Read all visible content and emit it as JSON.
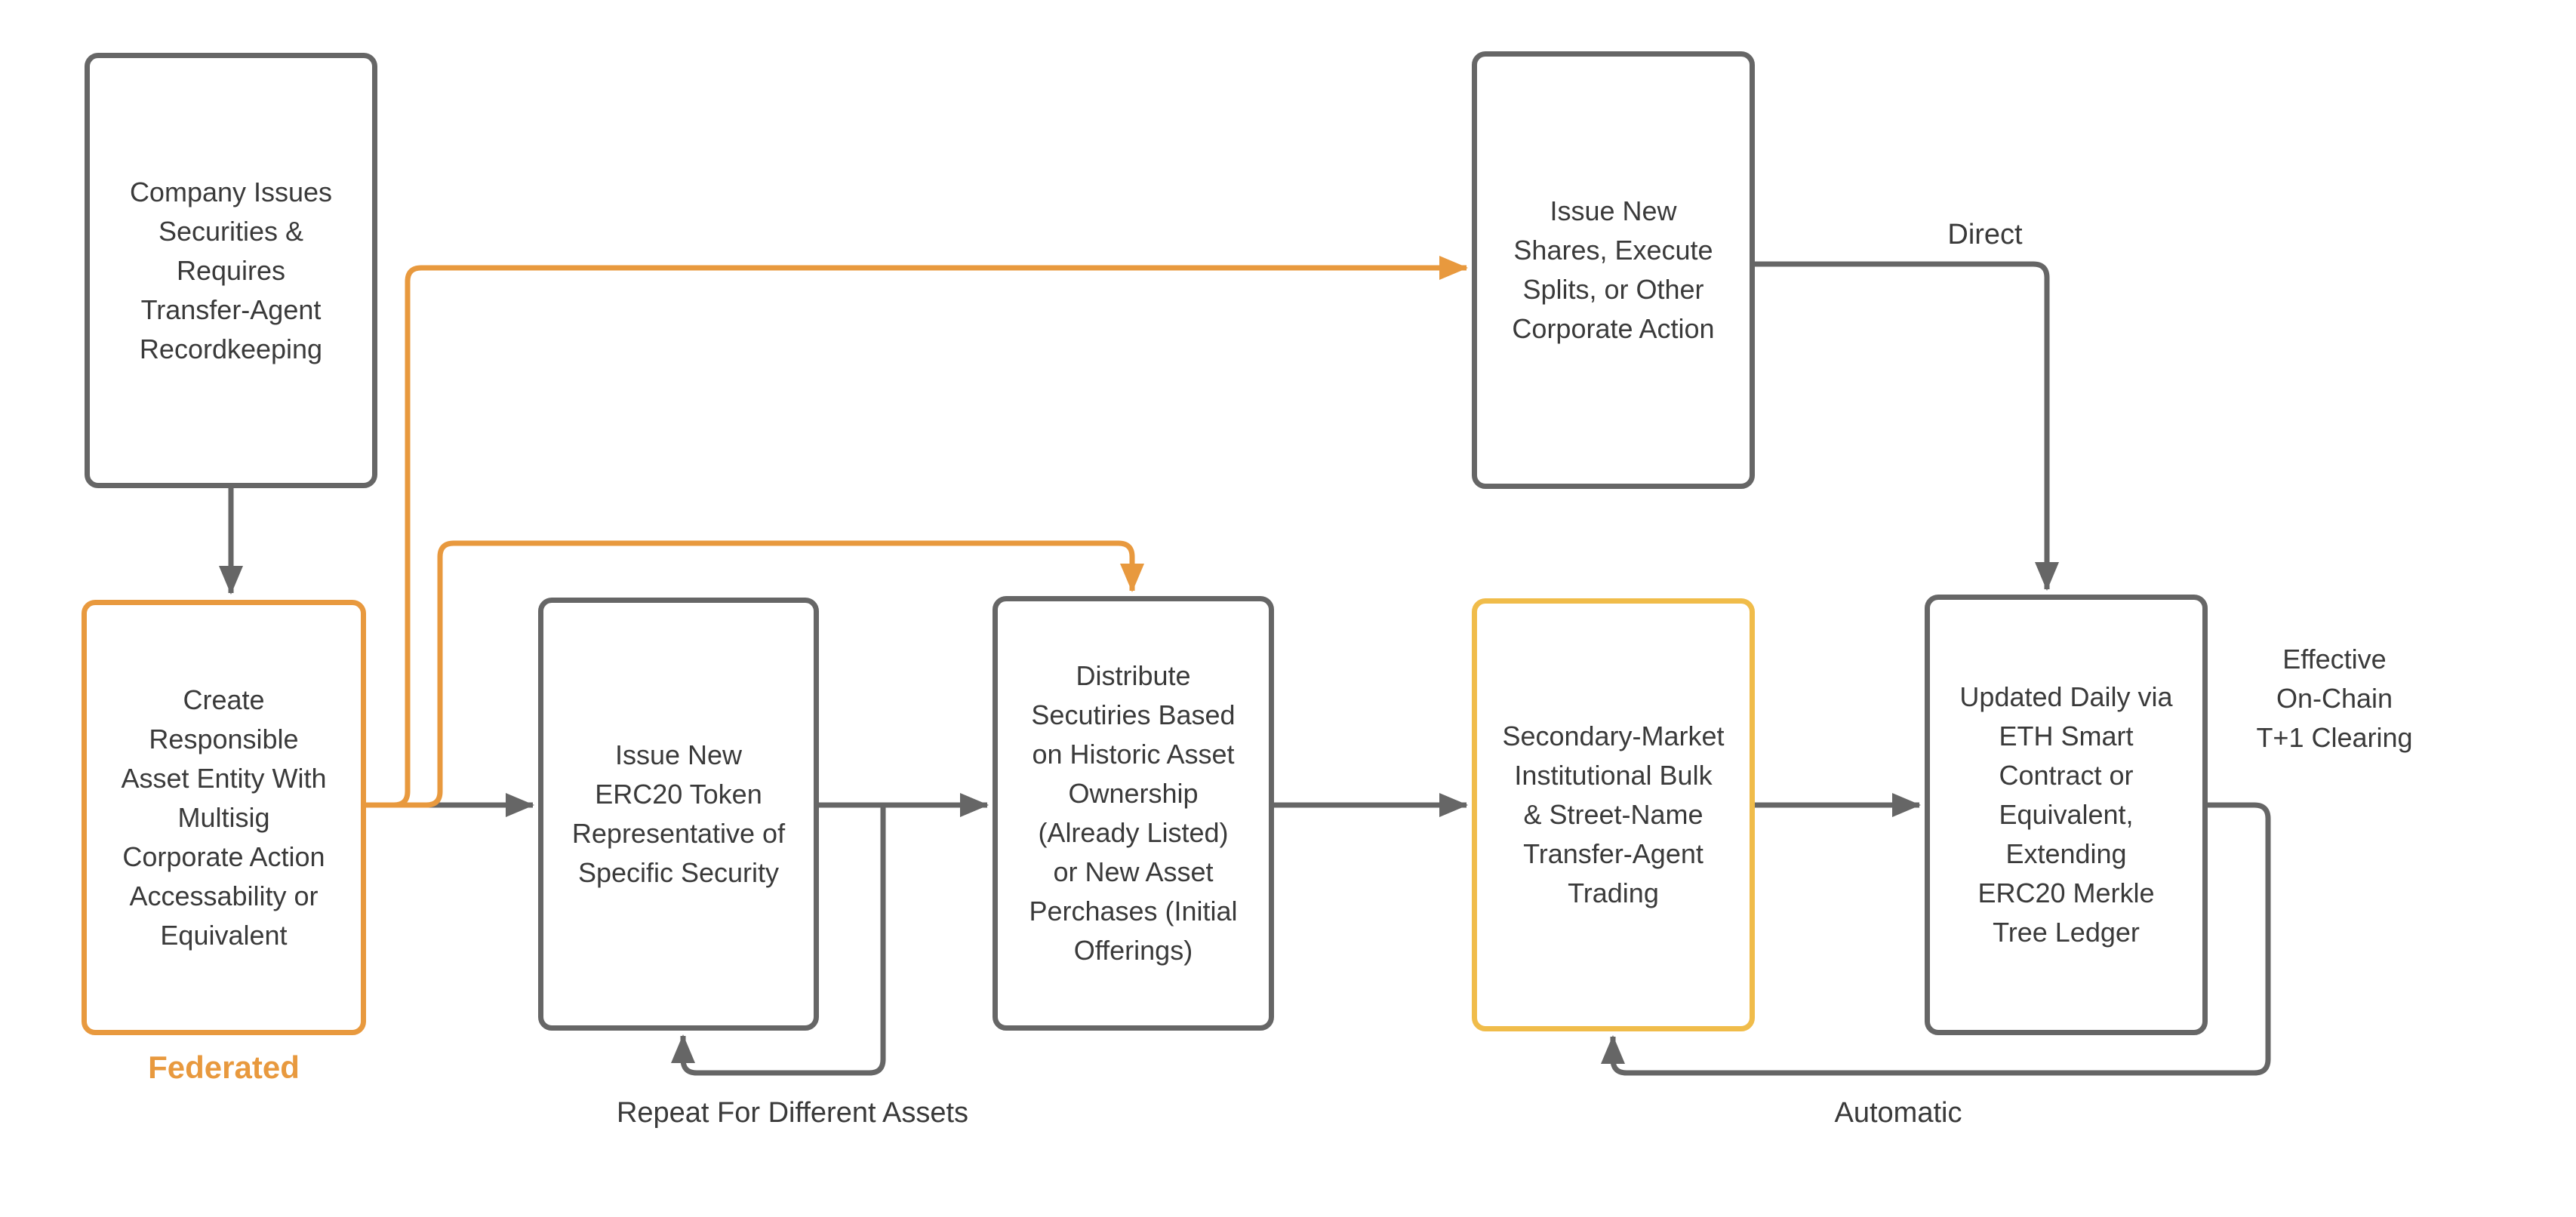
{
  "nodes": [
    {
      "id": "company-issues-securities",
      "label": "Company Issues\nSecurities &\nRequires\nTransfer-Agent\nRecordkeeping",
      "border_color": "#666666"
    },
    {
      "id": "create-responsible-entity",
      "label": "Create\nResponsible\nAsset Entity With\nMultisig\nCorporate Action\nAccessability or\nEquivalent",
      "border_color": "#e8993e"
    },
    {
      "id": "issue-new-erc20-token",
      "label": "Issue New\nERC20 Token\nRepresentative of\nSpecific Security",
      "border_color": "#666666"
    },
    {
      "id": "distribute-securities",
      "label": "Distribute\nSecutiries Based\non Historic Asset\nOwnership\n(Already Listed)\nor New Asset\nPerchases (Initial\nOfferings)",
      "border_color": "#666666"
    },
    {
      "id": "issue-new-shares",
      "label": "Issue New\nShares, Execute\nSplits, or Other\nCorporate Action",
      "border_color": "#666666"
    },
    {
      "id": "secondary-market-trading",
      "label": "Secondary-Market\nInstitutional Bulk\n& Street-Name\nTransfer-Agent\nTrading",
      "border_color": "#f0bc4a"
    },
    {
      "id": "updated-daily-eth",
      "label": "Updated Daily via\nETH Smart\nContract or\nEquivalent,\nExtending\nERC20 Merkle\nTree Ledger",
      "border_color": "#666666"
    }
  ],
  "annotations": {
    "federated": "Federated",
    "direct": "Direct",
    "repeat_loop": "Repeat For Different Assets",
    "automatic_loop": "Automatic",
    "clearing_note": "Effective\nOn-Chain\nT+1 Clearing"
  },
  "edges": [
    {
      "from": "company-issues-securities",
      "to": "create-responsible-entity",
      "color": "gray"
    },
    {
      "from": "create-responsible-entity",
      "to": "issue-new-erc20-token",
      "color": "gray"
    },
    {
      "from": "create-responsible-entity",
      "to": "issue-new-shares",
      "color": "orange"
    },
    {
      "from": "create-responsible-entity",
      "to": "distribute-securities",
      "color": "orange"
    },
    {
      "from": "issue-new-erc20-token",
      "to": "distribute-securities",
      "color": "gray"
    },
    {
      "from": "issue-new-erc20-token",
      "to": "issue-new-erc20-token",
      "color": "gray",
      "label": "Repeat For Different Assets"
    },
    {
      "from": "distribute-securities",
      "to": "secondary-market-trading",
      "color": "gray"
    },
    {
      "from": "secondary-market-trading",
      "to": "updated-daily-eth",
      "color": "gray"
    },
    {
      "from": "issue-new-shares",
      "to": "updated-daily-eth",
      "color": "gray",
      "label": "Direct"
    },
    {
      "from": "updated-daily-eth",
      "to": "secondary-market-trading",
      "color": "gray",
      "label": "Automatic"
    }
  ],
  "colors": {
    "stroke_gray": "#666666",
    "text_dark": "#3a3a3a",
    "accent_orange": "#e8993e",
    "accent_yellow": "#f0bc4a",
    "background": "#ffffff"
  }
}
